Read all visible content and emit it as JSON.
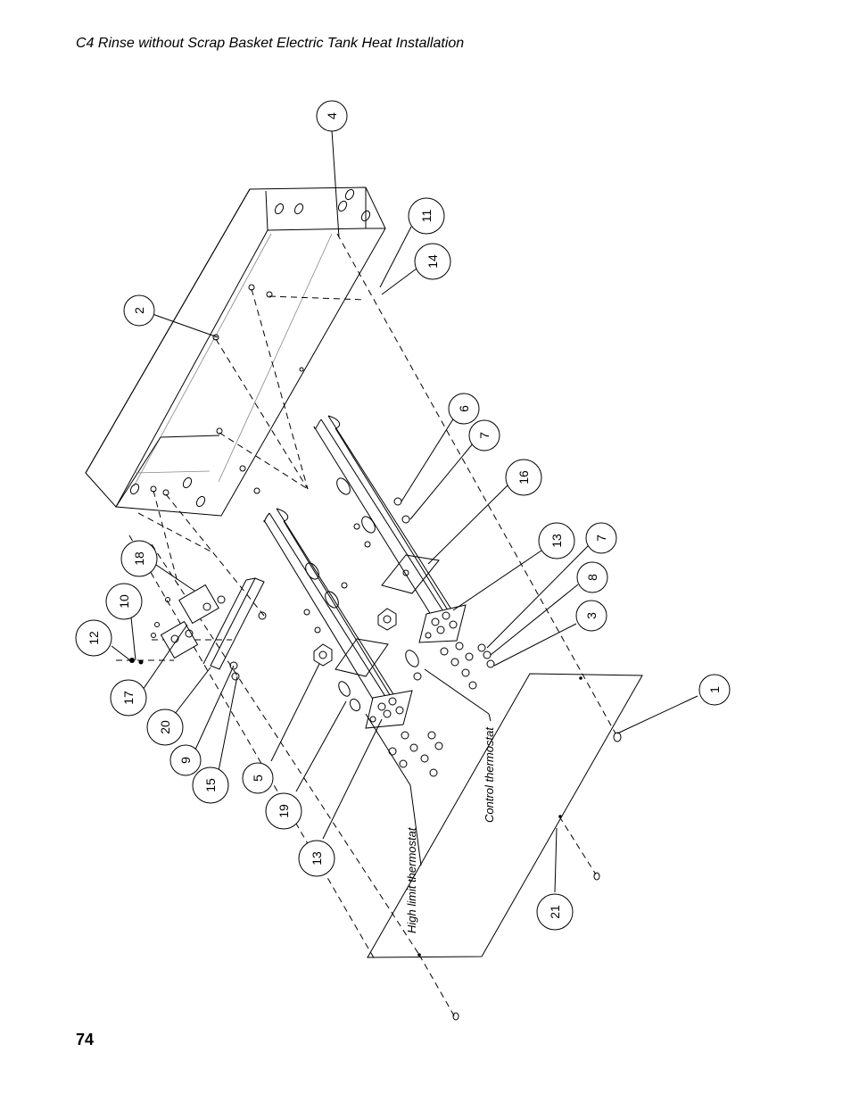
{
  "page": {
    "title": "C4 Rinse without Scrap Basket Electric Tank Heat Installation",
    "page_number": "74"
  },
  "callouts": [
    {
      "id": "c4",
      "label": "4"
    },
    {
      "id": "c11",
      "label": "11"
    },
    {
      "id": "c14",
      "label": "14"
    },
    {
      "id": "c2",
      "label": "2"
    },
    {
      "id": "c6",
      "label": "6"
    },
    {
      "id": "c7a",
      "label": "7"
    },
    {
      "id": "c16",
      "label": "16"
    },
    {
      "id": "c13a",
      "label": "13"
    },
    {
      "id": "c7b",
      "label": "7"
    },
    {
      "id": "c8",
      "label": "8"
    },
    {
      "id": "c3",
      "label": "3"
    },
    {
      "id": "c18",
      "label": "18"
    },
    {
      "id": "c10",
      "label": "10"
    },
    {
      "id": "c12",
      "label": "12"
    },
    {
      "id": "c17",
      "label": "17"
    },
    {
      "id": "c20",
      "label": "20"
    },
    {
      "id": "c9",
      "label": "9"
    },
    {
      "id": "c15",
      "label": "15"
    },
    {
      "id": "c5",
      "label": "5"
    },
    {
      "id": "c19",
      "label": "19"
    },
    {
      "id": "c13b",
      "label": "13"
    },
    {
      "id": "c1",
      "label": "1"
    },
    {
      "id": "c21",
      "label": "21"
    }
  ],
  "labels": {
    "control_thermostat": "Control thermostat",
    "high_limit_thermostat": "High limit thermostat"
  }
}
